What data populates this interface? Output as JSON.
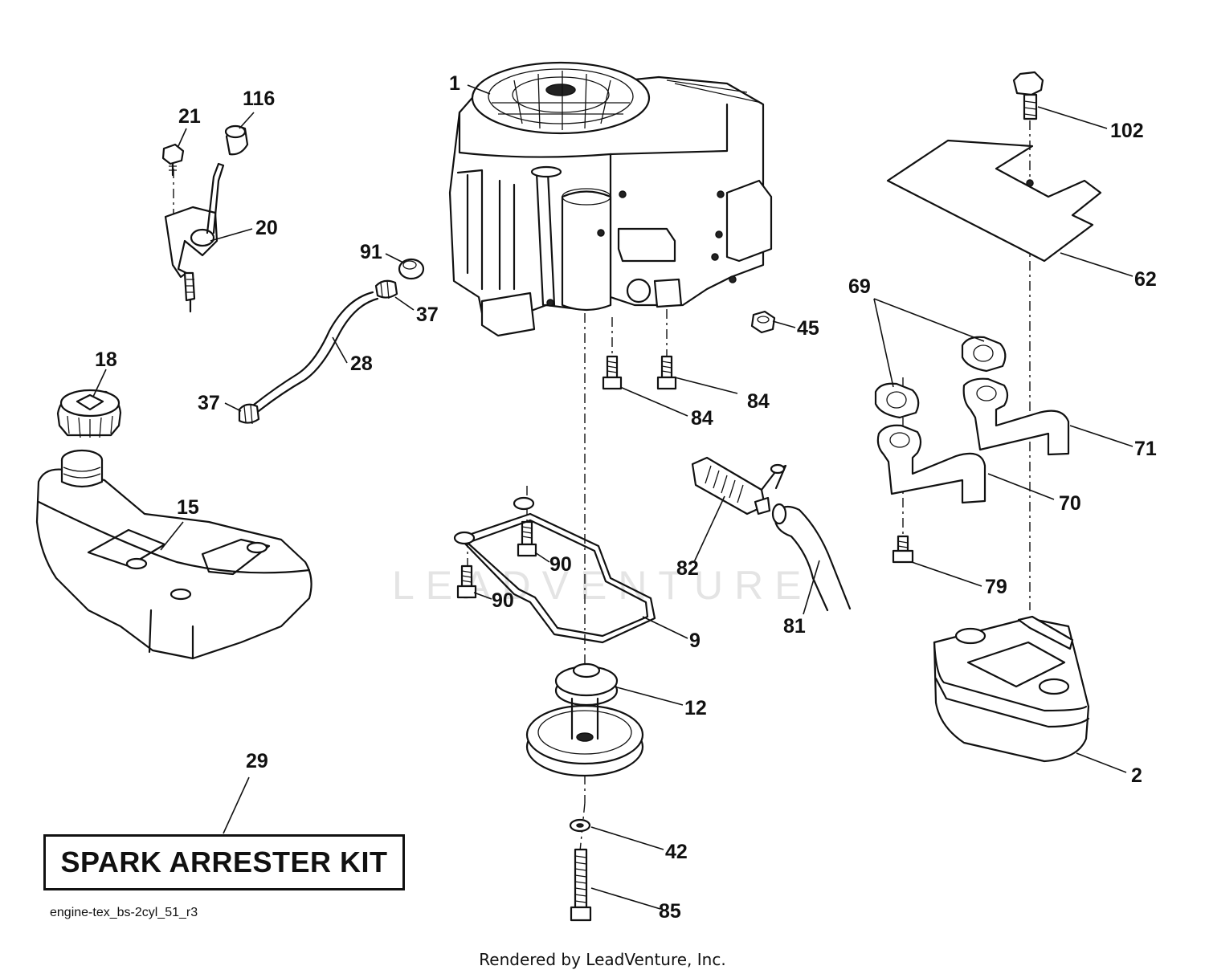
{
  "watermark": "LEADVENTURE",
  "kit_label": "SPARK ARRESTER KIT",
  "drawing_id": "engine-tex_bs-2cyl_51_r3",
  "footer": "Rendered by LeadVenture, Inc.",
  "callouts": [
    {
      "id": "1",
      "label": "1"
    },
    {
      "id": "116",
      "label": "116"
    },
    {
      "id": "21",
      "label": "21"
    },
    {
      "id": "20",
      "label": "20"
    },
    {
      "id": "91",
      "label": "91"
    },
    {
      "id": "37a",
      "label": "37"
    },
    {
      "id": "28",
      "label": "28"
    },
    {
      "id": "37b",
      "label": "37"
    },
    {
      "id": "18",
      "label": "18"
    },
    {
      "id": "15",
      "label": "15"
    },
    {
      "id": "45",
      "label": "45"
    },
    {
      "id": "84a",
      "label": "84"
    },
    {
      "id": "84b",
      "label": "84"
    },
    {
      "id": "102",
      "label": "102"
    },
    {
      "id": "62",
      "label": "62"
    },
    {
      "id": "69",
      "label": "69"
    },
    {
      "id": "71",
      "label": "71"
    },
    {
      "id": "70",
      "label": "70"
    },
    {
      "id": "79",
      "label": "79"
    },
    {
      "id": "90a",
      "label": "90"
    },
    {
      "id": "90b",
      "label": "90"
    },
    {
      "id": "82",
      "label": "82"
    },
    {
      "id": "81",
      "label": "81"
    },
    {
      "id": "9",
      "label": "9"
    },
    {
      "id": "12",
      "label": "12"
    },
    {
      "id": "2",
      "label": "2"
    },
    {
      "id": "29",
      "label": "29"
    },
    {
      "id": "42",
      "label": "42"
    },
    {
      "id": "85",
      "label": "85"
    }
  ]
}
